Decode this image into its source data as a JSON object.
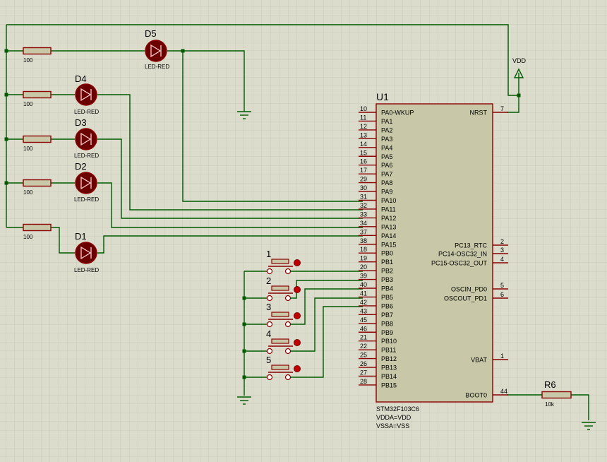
{
  "colors": {
    "background": "#dcdccc",
    "grid": "#b9b9a6",
    "wire": "#005a00",
    "part_outline": "#8a0000",
    "chip_fill": "#c8c8a8",
    "resistor_fill": "#c8c8a8",
    "led_fill": "#6a0000",
    "button_dot": "#c00000",
    "text": "#000000"
  },
  "mcu": {
    "ref": "U1",
    "part": "STM32F103C6",
    "props": [
      "VDDA=VDD",
      "VSSA=VSS"
    ],
    "left_pins": [
      {
        "num": "10",
        "name": "PA0-WKUP"
      },
      {
        "num": "11",
        "name": "PA1"
      },
      {
        "num": "12",
        "name": "PA2"
      },
      {
        "num": "13",
        "name": "PA3"
      },
      {
        "num": "14",
        "name": "PA4"
      },
      {
        "num": "15",
        "name": "PA5"
      },
      {
        "num": "16",
        "name": "PA6"
      },
      {
        "num": "17",
        "name": "PA7"
      },
      {
        "num": "29",
        "name": "PA8"
      },
      {
        "num": "30",
        "name": "PA9"
      },
      {
        "num": "31",
        "name": "PA10"
      },
      {
        "num": "32",
        "name": "PA11"
      },
      {
        "num": "33",
        "name": "PA12"
      },
      {
        "num": "34",
        "name": "PA13"
      },
      {
        "num": "37",
        "name": "PA14"
      },
      {
        "num": "38",
        "name": "PA15"
      },
      {
        "num": "18",
        "name": "PB0"
      },
      {
        "num": "19",
        "name": "PB1"
      },
      {
        "num": "20",
        "name": "PB2"
      },
      {
        "num": "39",
        "name": "PB3"
      },
      {
        "num": "40",
        "name": "PB4"
      },
      {
        "num": "41",
        "name": "PB5"
      },
      {
        "num": "42",
        "name": "PB6"
      },
      {
        "num": "43",
        "name": "PB7"
      },
      {
        "num": "45",
        "name": "PB8"
      },
      {
        "num": "46",
        "name": "PB9"
      },
      {
        "num": "21",
        "name": "PB10"
      },
      {
        "num": "22",
        "name": "PB11"
      },
      {
        "num": "25",
        "name": "PB12"
      },
      {
        "num": "26",
        "name": "PB13"
      },
      {
        "num": "27",
        "name": "PB14"
      },
      {
        "num": "28",
        "name": "PB15"
      }
    ],
    "right_pins": [
      {
        "num": "7",
        "name": "NRST"
      },
      {
        "num": "2",
        "name": "PC13_RTC"
      },
      {
        "num": "3",
        "name": "PC14-OSC32_IN"
      },
      {
        "num": "4",
        "name": "PC15-OSC32_OUT"
      },
      {
        "num": "5",
        "name": "OSCIN_PD0"
      },
      {
        "num": "6",
        "name": "OSCOUT_PD1"
      },
      {
        "num": "1",
        "name": "VBAT"
      },
      {
        "num": "44",
        "name": "BOOT0"
      }
    ]
  },
  "leds": [
    {
      "ref": "D5",
      "type": "LED-RED"
    },
    {
      "ref": "D4",
      "type": "LED-RED"
    },
    {
      "ref": "D3",
      "type": "LED-RED"
    },
    {
      "ref": "D2",
      "type": "LED-RED"
    },
    {
      "ref": "D1",
      "type": "LED-RED"
    }
  ],
  "resistors": [
    {
      "value": "100"
    },
    {
      "value": "100"
    },
    {
      "value": "100"
    },
    {
      "value": "100"
    },
    {
      "value": "100"
    }
  ],
  "r6": {
    "ref": "R6",
    "value": "10k"
  },
  "buttons": [
    {
      "label": "1"
    },
    {
      "label": "2"
    },
    {
      "label": "3"
    },
    {
      "label": "4"
    },
    {
      "label": "5"
    }
  ],
  "vdd_label": "VDD"
}
